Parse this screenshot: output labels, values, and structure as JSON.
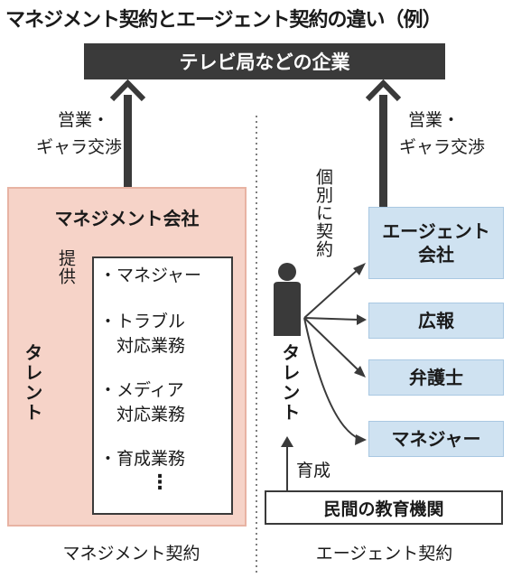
{
  "title": "マネジメント契約とエージェント契約の違い（例）",
  "top_box": "テレビ局などの企業",
  "negotiation_left": [
    "営業・",
    "ギャラ交渉"
  ],
  "negotiation_right": [
    "営業・",
    "ギャラ交渉"
  ],
  "management": {
    "company": "マネジメント会社",
    "provide": "提供",
    "talent": "タレント",
    "duties": [
      [
        "・マネジャー"
      ],
      [
        "・トラブル",
        "　対応業務"
      ],
      [
        "・メディア",
        "　対応業務"
      ],
      [
        "・育成業務"
      ]
    ],
    "more": "⋮",
    "footer": "マネジメント契約"
  },
  "agent": {
    "individual_contract": "個別に契約",
    "talent": "タレント",
    "boxes": [
      [
        "エージェント",
        "会社"
      ],
      [
        "広報"
      ],
      [
        "弁護士"
      ],
      [
        "マネジャー"
      ]
    ],
    "training": "育成",
    "school": "民間の教育機関",
    "footer": "エージェント契約"
  },
  "colors": {
    "dark": "#3a3a3a",
    "management_fill": "#f6d3c8",
    "agent_fill": "#cfe2f1"
  }
}
